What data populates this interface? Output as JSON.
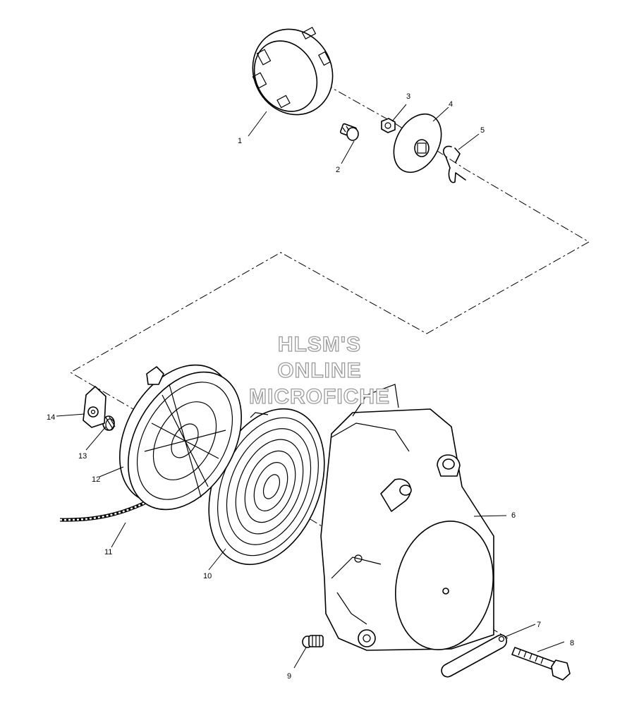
{
  "watermark": {
    "line1": "HLSM'S",
    "line2": "ONLINE",
    "line3": "MICROFICHE",
    "color": "#9a9a9a"
  },
  "callouts": [
    {
      "id": "1",
      "label": "1"
    },
    {
      "id": "2",
      "label": "2"
    },
    {
      "id": "3",
      "label": "3"
    },
    {
      "id": "4",
      "label": "4"
    },
    {
      "id": "5",
      "label": "5"
    },
    {
      "id": "6",
      "label": "6"
    },
    {
      "id": "7",
      "label": "7"
    },
    {
      "id": "8",
      "label": "8"
    },
    {
      "id": "9",
      "label": "9"
    },
    {
      "id": "10",
      "label": "10"
    },
    {
      "id": "11",
      "label": "11"
    },
    {
      "id": "12",
      "label": "12"
    },
    {
      "id": "13",
      "label": "13"
    },
    {
      "id": "14",
      "label": "14"
    }
  ]
}
